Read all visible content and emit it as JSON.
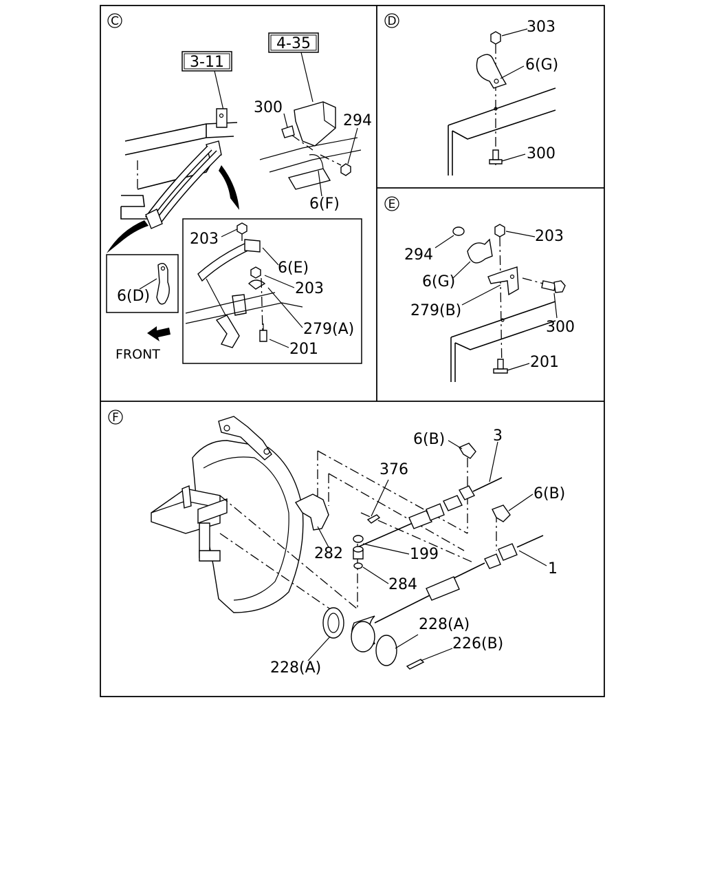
{
  "panels": {
    "C": {
      "id": "C",
      "labels": {
        "box_3_11": "3-11",
        "box_4_35": "4-35",
        "p300": "300",
        "p294": "294",
        "p6F": "6(F)",
        "p6D": "6(D)",
        "p203a": "203",
        "p6E": "6(E)",
        "p203b": "203",
        "p279A": "279(A)",
        "p201": "201",
        "front": "FRONT"
      }
    },
    "D": {
      "id": "D",
      "labels": {
        "p303": "303",
        "p6G": "6(G)",
        "p300": "300"
      }
    },
    "E": {
      "id": "E",
      "labels": {
        "p294": "294",
        "p203": "203",
        "p6G": "6(G)",
        "p279B": "279(B)",
        "p300": "300",
        "p201": "201"
      }
    },
    "F": {
      "id": "F",
      "labels": {
        "p6Ba": "6(B)",
        "p3": "3",
        "p376": "376",
        "p6Bb": "6(B)",
        "p282": "282",
        "p199": "199",
        "p1": "1",
        "p284": "284",
        "p228Aa": "228(A)",
        "p226B": "226(B)",
        "p228Ab": "228(A)"
      }
    }
  }
}
